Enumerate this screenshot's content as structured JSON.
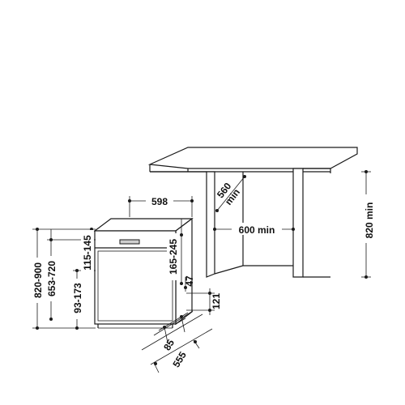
{
  "colors": {
    "line": "#1a1a1a",
    "background": "#ffffff"
  },
  "dimensions": {
    "width_598": "598",
    "depth_560": "560",
    "min_label": "min",
    "niche_600": "600 min",
    "height_820": "820 min",
    "h_820_900": "820-900",
    "h_653_720": "653-720",
    "h_93_173": "93-173",
    "h_115_145": "115-145",
    "h_165_245": "165-245",
    "d_47": "47",
    "d_121": "121",
    "d_85": "85",
    "d_555": "555"
  }
}
